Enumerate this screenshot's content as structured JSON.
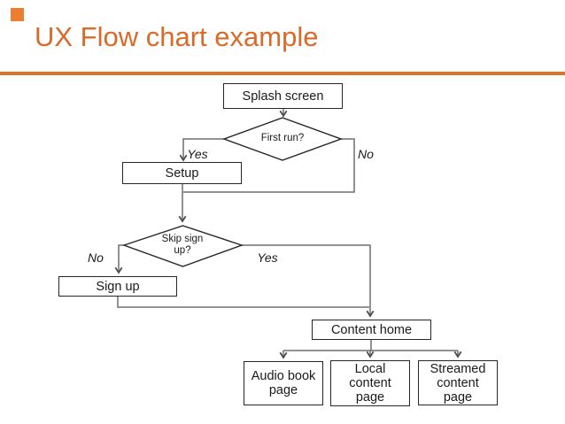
{
  "slide": {
    "title": "UX Flow chart example",
    "accent_color": "#D96A28",
    "corner_square_color": "#ED7D31",
    "divider_color": "#DE7226"
  },
  "flowchart": {
    "style": {
      "node_border_color": "#262626",
      "connector_color": "#6E6E6E",
      "arrowhead_color": "#4D4D4D",
      "node_fill": "#ffffff"
    },
    "nodes": {
      "splash": {
        "label": "Splash screen",
        "type": "process"
      },
      "first_run": {
        "label": "First run?",
        "type": "decision"
      },
      "setup": {
        "label": "Setup",
        "type": "process"
      },
      "skip_signup": {
        "label": "Skip sign\nup?",
        "type": "decision"
      },
      "signup": {
        "label": "Sign up",
        "type": "process"
      },
      "content_home": {
        "label": "Content home",
        "type": "process"
      },
      "audio_book": {
        "label": "Audio book\npage",
        "type": "process"
      },
      "local_content": {
        "label": "Local\ncontent\npage",
        "type": "process"
      },
      "streamed_content": {
        "label": "Streamed\ncontent\npage",
        "type": "process"
      }
    },
    "edge_labels": {
      "first_run_yes": "Yes",
      "first_run_no": "No",
      "skip_signup_no": "No",
      "skip_signup_yes": "Yes"
    },
    "edges": [
      {
        "from": "splash",
        "to": "first_run",
        "label": ""
      },
      {
        "from": "first_run",
        "to": "setup",
        "label": "Yes"
      },
      {
        "from": "first_run",
        "to": "skip_signup",
        "label": "No"
      },
      {
        "from": "setup",
        "to": "skip_signup",
        "label": ""
      },
      {
        "from": "skip_signup",
        "to": "signup",
        "label": "No"
      },
      {
        "from": "skip_signup",
        "to": "content_home",
        "label": "Yes"
      },
      {
        "from": "signup",
        "to": "content_home",
        "label": ""
      },
      {
        "from": "content_home",
        "to": "audio_book",
        "label": ""
      },
      {
        "from": "content_home",
        "to": "local_content",
        "label": ""
      },
      {
        "from": "content_home",
        "to": "streamed_content",
        "label": ""
      }
    ]
  }
}
